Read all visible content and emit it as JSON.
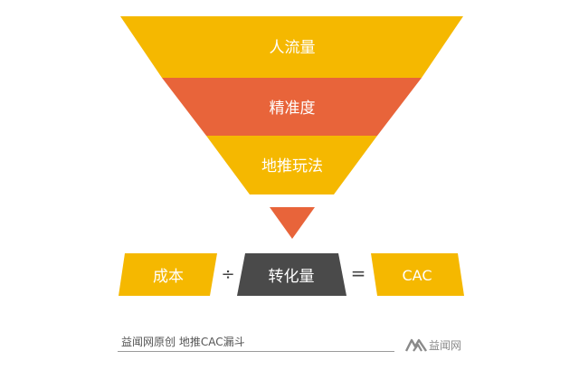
{
  "funnel": {
    "levels": [
      {
        "label": "人流量",
        "color": "#F5B800"
      },
      {
        "label": "精准度",
        "color": "#E8643A"
      },
      {
        "label": "地推玩法",
        "color": "#F5B800"
      }
    ],
    "pointer_color": "#E8643A"
  },
  "equation": {
    "left_label": "成本",
    "operator_divide": "÷",
    "middle_label": "转化量",
    "operator_equals": "=",
    "right_label": "CAC",
    "yellow": "#F5B800",
    "dark": "#4A4A4A"
  },
  "caption": "益闻网原创 地推CAC漏斗",
  "brand": {
    "text": "益闻网",
    "icon": "yiwen-logo-icon"
  }
}
